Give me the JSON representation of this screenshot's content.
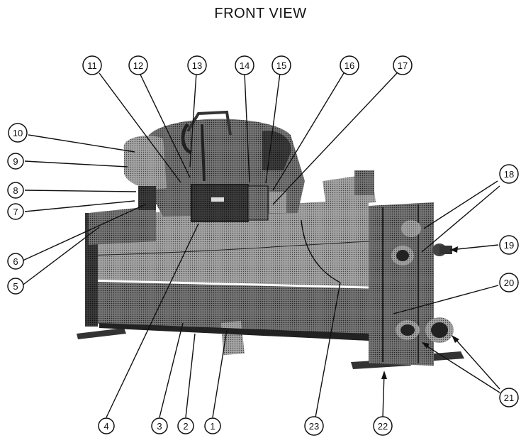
{
  "title": "FRONT VIEW",
  "colors": {
    "ink": "#111111",
    "metal": "#5a5a5a",
    "metal_light": "#8a8a8a",
    "metal_dark": "#2e2e2e",
    "paper": "#ffffff"
  },
  "callouts": [
    "1",
    "2",
    "3",
    "4",
    "5",
    "6",
    "7",
    "8",
    "9",
    "10",
    "11",
    "12",
    "13",
    "14",
    "15",
    "16",
    "17",
    "18",
    "19",
    "20",
    "21",
    "22",
    "23"
  ]
}
